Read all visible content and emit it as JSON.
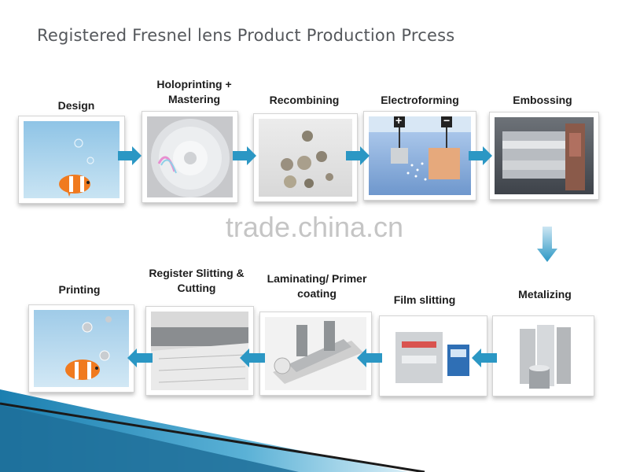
{
  "title": "Registered Fresnel lens Product Production Prcess",
  "watermark": "trade.china.cn",
  "steps": [
    {
      "label": "Design"
    },
    {
      "label": "Holoprinting + Mastering"
    },
    {
      "label": "Recombining"
    },
    {
      "label": "Electroforming"
    },
    {
      "label": "Embossing"
    },
    {
      "label": "Metalizing"
    },
    {
      "label": "Film slitting"
    },
    {
      "label": "Laminating/ Primer coating"
    },
    {
      "label": "Register Slitting & Cutting"
    },
    {
      "label": "Printing"
    }
  ],
  "electroforming_signs": {
    "plus": "+",
    "minus": "−"
  },
  "colors": {
    "arrow": "#2b97c4",
    "tile_border": "#d4d4d4",
    "title": "#55585c"
  }
}
